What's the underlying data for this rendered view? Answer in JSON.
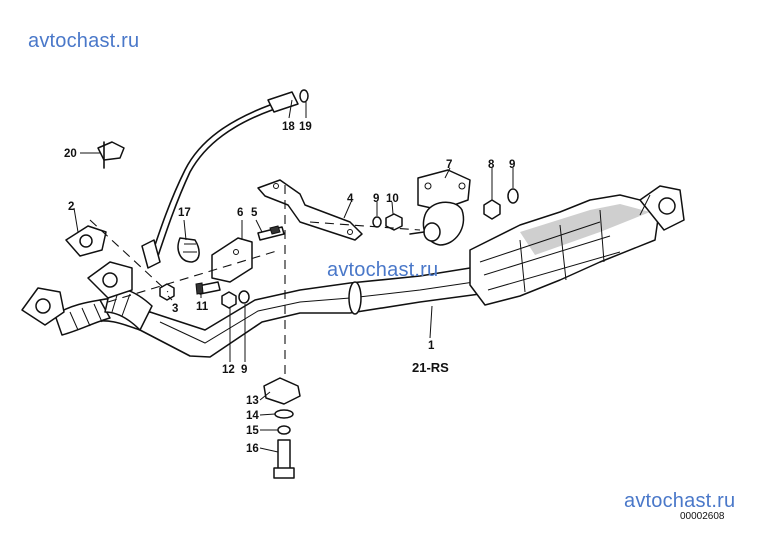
{
  "watermarks": {
    "top_left": "avtochast.ru",
    "center": "avtochast.ru",
    "bottom_right": "avtochast.ru"
  },
  "diagram": {
    "assembly_label": "21-RS",
    "drawing_code": "00002608",
    "callouts": {
      "p1": "1",
      "p2": "2",
      "p3": "3",
      "p4": "4",
      "p5": "5",
      "p6": "6",
      "p7": "7",
      "p8": "8",
      "p9a": "9",
      "p9b": "9",
      "p9c": "9",
      "p10": "10",
      "p11": "11",
      "p12": "12",
      "p13": "13",
      "p14": "14",
      "p15": "15",
      "p16": "16",
      "p17": "17",
      "p18": "18",
      "p19": "19",
      "p20": "20"
    }
  }
}
